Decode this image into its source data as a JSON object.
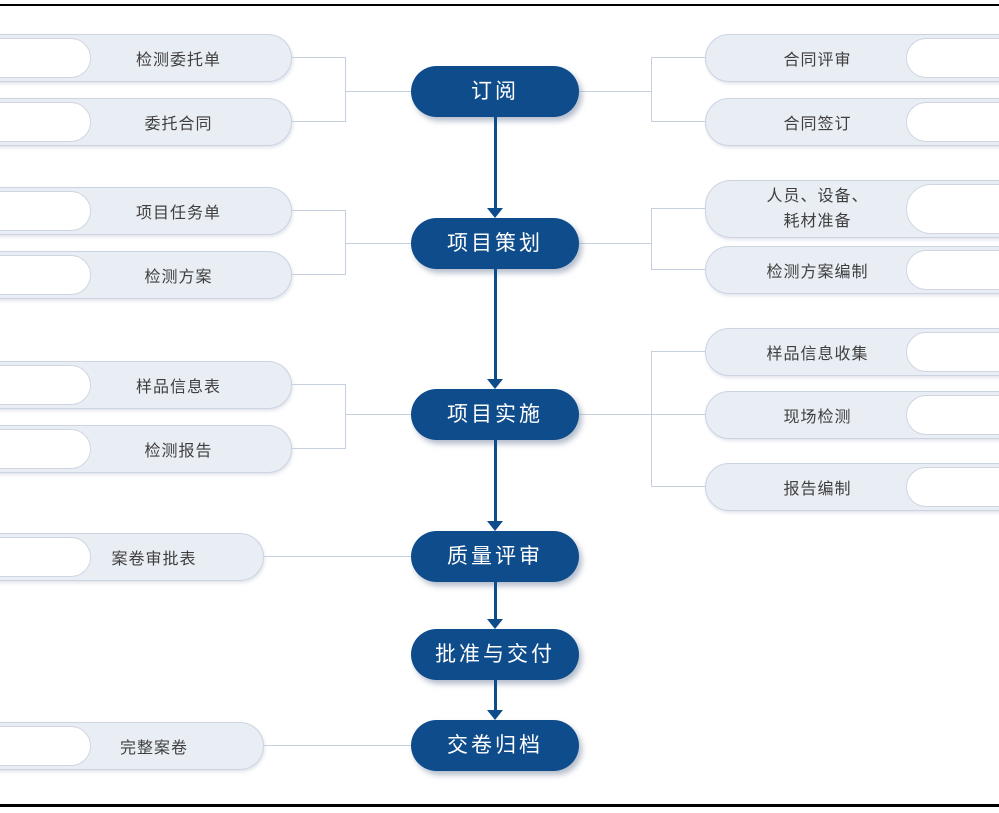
{
  "flow": {
    "stages": [
      {
        "label": "订阅",
        "inputs": [
          "检测委托单",
          "委托合同"
        ],
        "activities": [
          "合同评审",
          "合同签订"
        ]
      },
      {
        "label": "项目策划",
        "inputs": [
          "项目任务单",
          "检测方案"
        ],
        "activities": [
          "人员、设备、\n耗材准备",
          "检测方案编制"
        ]
      },
      {
        "label": "项目实施",
        "inputs": [
          "样品信息表",
          "检测报告"
        ],
        "activities": [
          "样品信息收集",
          "现场检测",
          "报告编制"
        ]
      },
      {
        "label": "质量评审",
        "inputs": [
          "案卷审批表"
        ],
        "activities": []
      },
      {
        "label": "批准与交付",
        "inputs": [],
        "activities": []
      },
      {
        "label": "交卷归档",
        "inputs": [
          "完整案卷"
        ],
        "activities": []
      }
    ],
    "colors": {
      "stage_node_fill": "#0f4c8c",
      "stage_node_text": "#ffffff",
      "arrow": "#0f4c8c",
      "pill_fill": "#e9edf4",
      "pill_border": "#ccd4e2",
      "pill_inner_capsule": "#ffffff",
      "connector_line": "#c6cfe0",
      "pill_text": "#3f3f3f",
      "page_rule": "#000000"
    }
  }
}
